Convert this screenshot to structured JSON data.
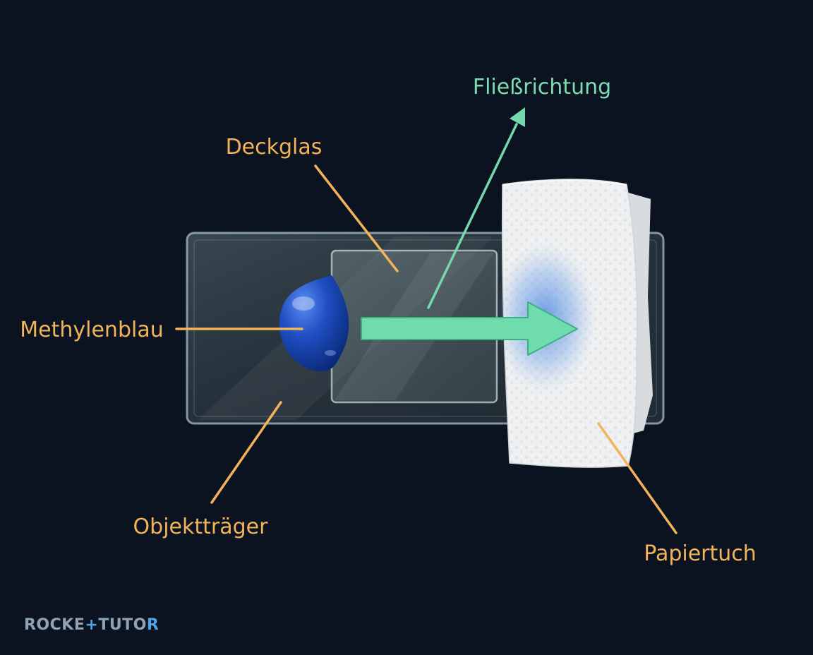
{
  "labels": {
    "deckglas": "Deckglas",
    "fliessrichtung": "Fließrichtung",
    "methylenblau": "Methylenblau",
    "objekttraeger": "Objektträger",
    "papiertuch": "Papiertuch"
  },
  "logo": {
    "part1": "ROCKE",
    "plus": "+",
    "part2": "TUTO",
    "part3": "R"
  },
  "colors": {
    "background": "#0b1320",
    "label": "#f2b35a",
    "flow_label": "#7ddcb1",
    "flow_arrow": "#6fdcae",
    "stain": "#1f4fc4"
  },
  "icons": {
    "flow_arrow": "arrow-right-icon",
    "direction_arrow": "arrow-up-right-icon"
  }
}
